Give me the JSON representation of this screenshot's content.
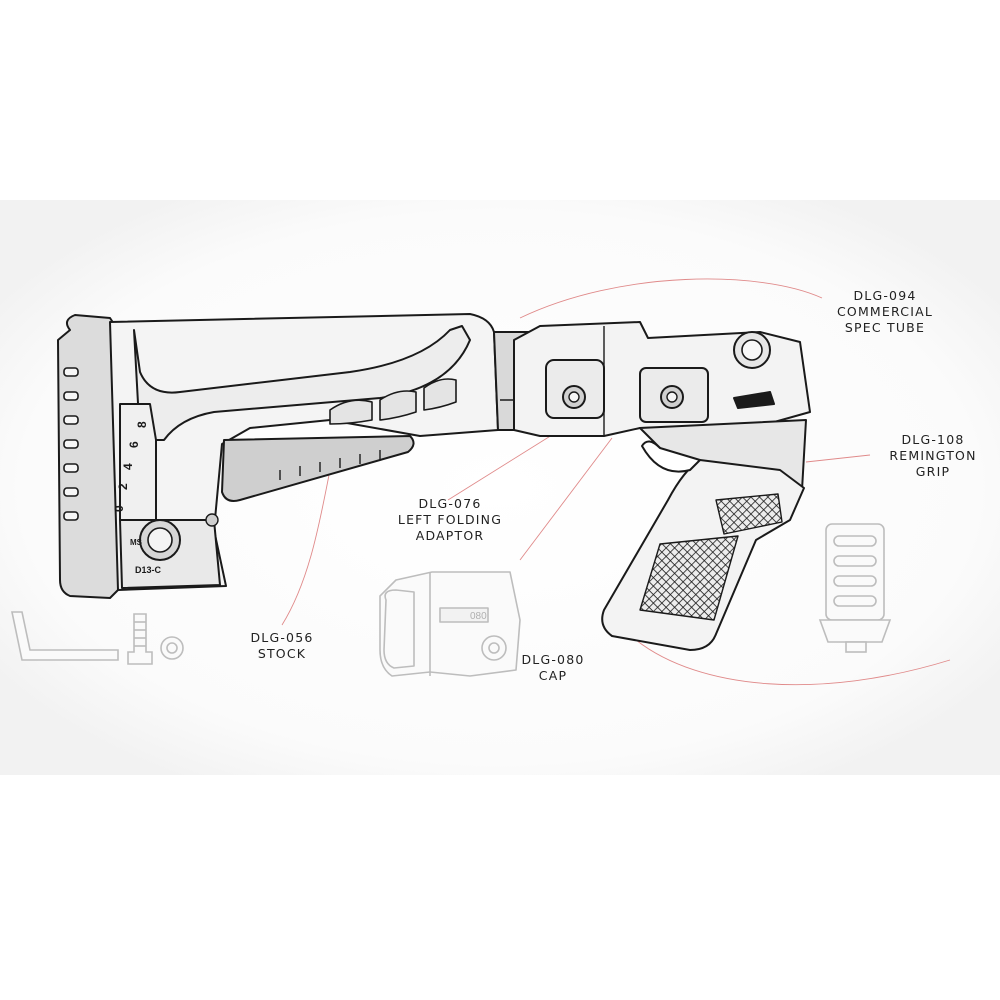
{
  "stock_markings": {
    "scale_8": "8",
    "scale_6": "6",
    "scale_4": "4",
    "scale_2": "2",
    "scale_0": "0",
    "stamp_ms": "MS",
    "stamp_model": "D13-C"
  },
  "cap_marking": "080",
  "callouts": [
    {
      "code": "DLG-094",
      "lines": [
        "COMMERCIAL",
        "SPEC TUBE"
      ]
    },
    {
      "code": "DLG-108",
      "lines": [
        "REMINGTON",
        "GRIP"
      ]
    },
    {
      "code": "DLG-076",
      "lines": [
        "LEFT FOLDING",
        "ADAPTOR"
      ]
    },
    {
      "code": "DLG-056",
      "lines": [
        "STOCK"
      ]
    },
    {
      "code": "DLG-080",
      "lines": [
        "CAP"
      ]
    }
  ],
  "colors": {
    "leader": "#e08a8a",
    "outline": "#1a1a1a",
    "fill": "#f4f4f4"
  }
}
